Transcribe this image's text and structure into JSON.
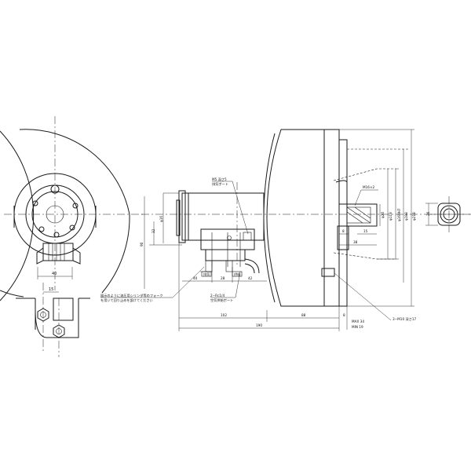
{
  "dims": {
    "d40": "40",
    "d15_left": "15",
    "d90": "90",
    "d32": "32",
    "phi16": "φ16",
    "d6": "6",
    "d40_b": "40",
    "d28": "28",
    "d42": "42",
    "d102": "102",
    "d88": "88",
    "d190": "190",
    "d8": "8",
    "max34": "MAX 34",
    "min19": "MIN 19",
    "d38": "38",
    "d8_r": "8",
    "d15_r": "15",
    "phi20": "φ20",
    "phi118": "φ118",
    "phi169": "φ169H7",
    "phi188": "φ188",
    "phi218": "φ218",
    "d26": "26"
  },
  "labels": {
    "m5_port": "M5 深さ5",
    "exhaust_port": "排気ポート",
    "m16": "M16×2",
    "rc_port": "2−Rc1/4",
    "supply_port": "空気供給ポート",
    "fork_note": "図示のように油圧用シリンダ等のフォーク",
    "fork_note2": "を用いて回り止めを設けてください",
    "tap": "3−M10 深さ17",
    "port_tag1": "排気",
    "port_tag2": "供給"
  }
}
